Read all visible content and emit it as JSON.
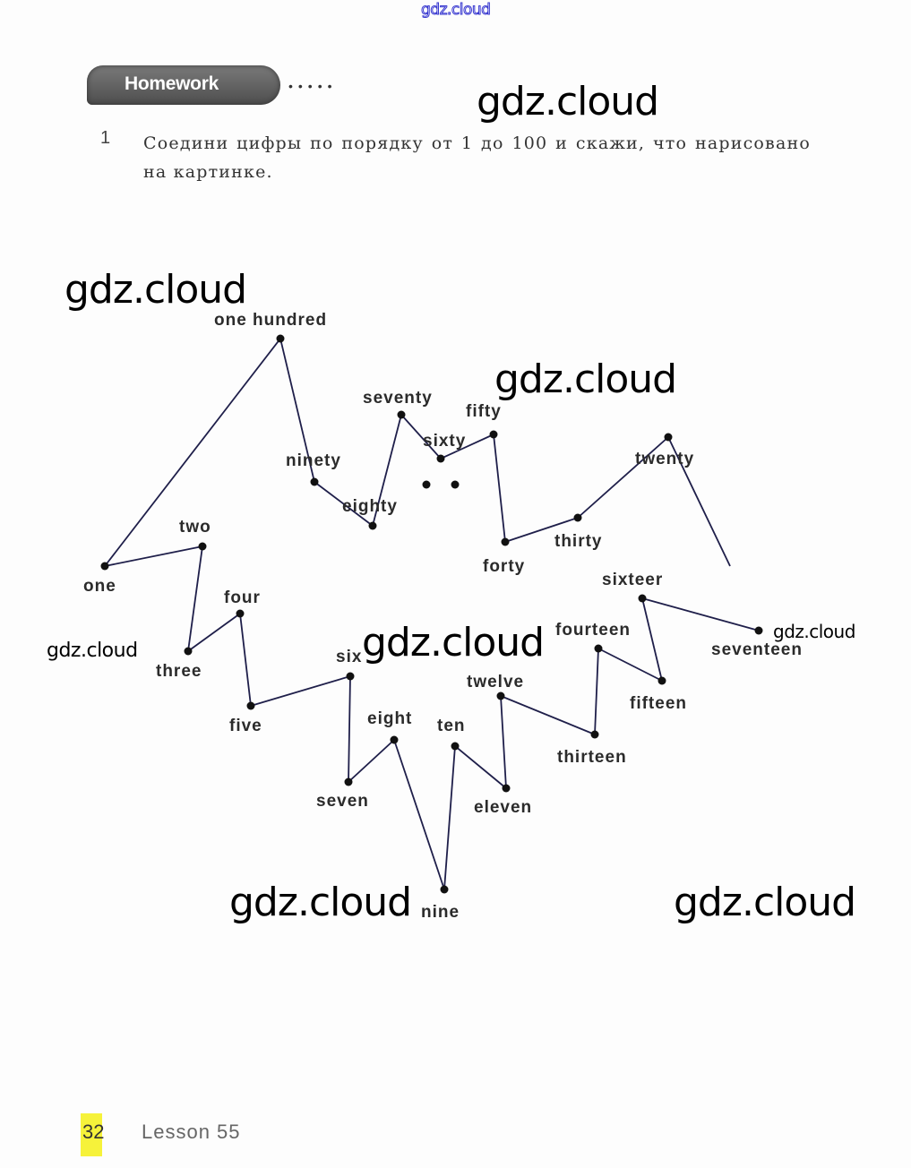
{
  "watermark_top": "gdz.cloud",
  "watermarks": [
    "gdz.cloud",
    "gdz.cloud",
    "gdz.cloud",
    "gdz.cloud",
    "gdz.cloud",
    "gdz.cloud",
    "gdz.cloud",
    "gdz.cloud"
  ],
  "section_badge": "Homework",
  "task": {
    "number": "1",
    "text": "Соедини цифры по порядку от 1 до 100 и скажи, что нарисовано на картинке."
  },
  "puzzle": {
    "line_color": "#1f1f4a",
    "points": [
      {
        "id": "one",
        "label": "one"
      },
      {
        "id": "two",
        "label": "two"
      },
      {
        "id": "three",
        "label": "three"
      },
      {
        "id": "four",
        "label": "four"
      },
      {
        "id": "five",
        "label": "five"
      },
      {
        "id": "six",
        "label": "six"
      },
      {
        "id": "seven",
        "label": "seven"
      },
      {
        "id": "eight",
        "label": "eight"
      },
      {
        "id": "nine",
        "label": "nine"
      },
      {
        "id": "ten",
        "label": "ten"
      },
      {
        "id": "eleven",
        "label": "eleven"
      },
      {
        "id": "twelve",
        "label": "twelve"
      },
      {
        "id": "thirteen",
        "label": "thirteen"
      },
      {
        "id": "fourteen",
        "label": "fourteen"
      },
      {
        "id": "fifteen",
        "label": "fifteen"
      },
      {
        "id": "sixteen",
        "label": "sixteer"
      },
      {
        "id": "seventeen",
        "label": "seventeen"
      },
      {
        "id": "twenty",
        "label": "twenty"
      },
      {
        "id": "thirty",
        "label": "thirty"
      },
      {
        "id": "forty",
        "label": "forty"
      },
      {
        "id": "fifty",
        "label": "fifty"
      },
      {
        "id": "sixty",
        "label": "sixty"
      },
      {
        "id": "seventy",
        "label": "seventy"
      },
      {
        "id": "eighty",
        "label": "eighty"
      },
      {
        "id": "ninety",
        "label": "ninety"
      },
      {
        "id": "one-hundred",
        "label": "one  hundred"
      }
    ]
  },
  "footer": {
    "page_number": "32",
    "lesson": "Lesson 55",
    "highlight_color": "#f6f23a"
  }
}
